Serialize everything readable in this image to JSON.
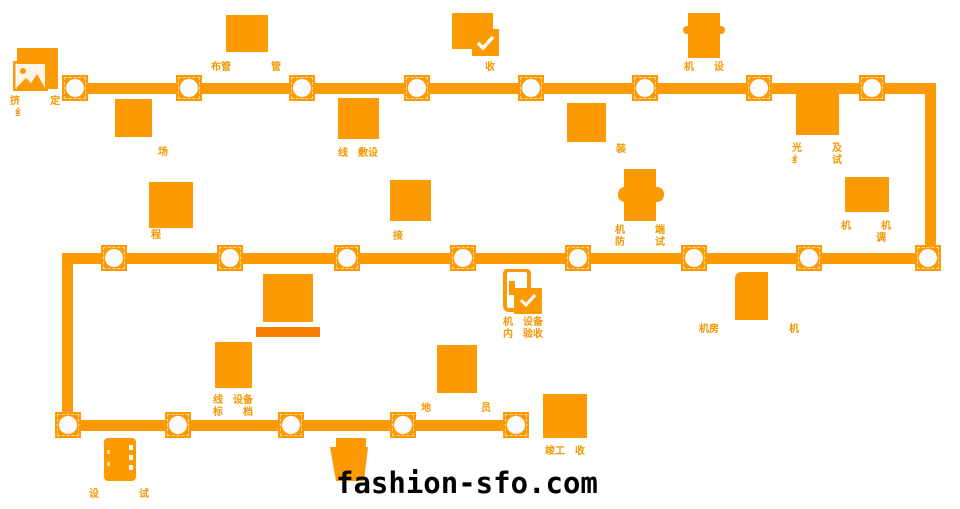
{
  "colors": {
    "line": "#fc9a03",
    "text": "#f39800",
    "accent_dark": "#f77f00",
    "watermark": "#000000"
  },
  "labels": {
    "a": [
      "挤　　　定",
      "纟　　　"
    ],
    "b": [
      "　　　　　　场"
    ],
    "c": [
      "布管　　　　管"
    ],
    "d": [
      "线　敷设"
    ],
    "e": [
      "　　　收"
    ],
    "f": [
      "　　　　　　　装"
    ],
    "g": [
      "机　　设"
    ],
    "h": [
      "光　　　及",
      "纟　　　试"
    ],
    "i": [
      "机　　　机",
      "　　　调"
    ],
    "j": [
      "程　　"
    ],
    "k": [
      "接　　"
    ],
    "l": [
      "机　　　端",
      "防　　　试"
    ],
    "n": [
      "机　设备",
      "内　验收"
    ],
    "o": [
      "机房　　　　　　　机"
    ],
    "p": [
      "线　设备",
      "标　　档"
    ],
    "q": [
      "地　　　　　员"
    ],
    "r": [
      "竣工　收"
    ],
    "s": [
      "设　　　　试"
    ],
    "t": [
      "　　　　　"
    ]
  },
  "icons": [
    "picture-icon",
    "check-icon",
    "hat-icon",
    "wings-icon",
    "device-check-icon",
    "phone-icon",
    "film-icon",
    "bucket-icon"
  ],
  "watermark": "fashion-sfo.com"
}
